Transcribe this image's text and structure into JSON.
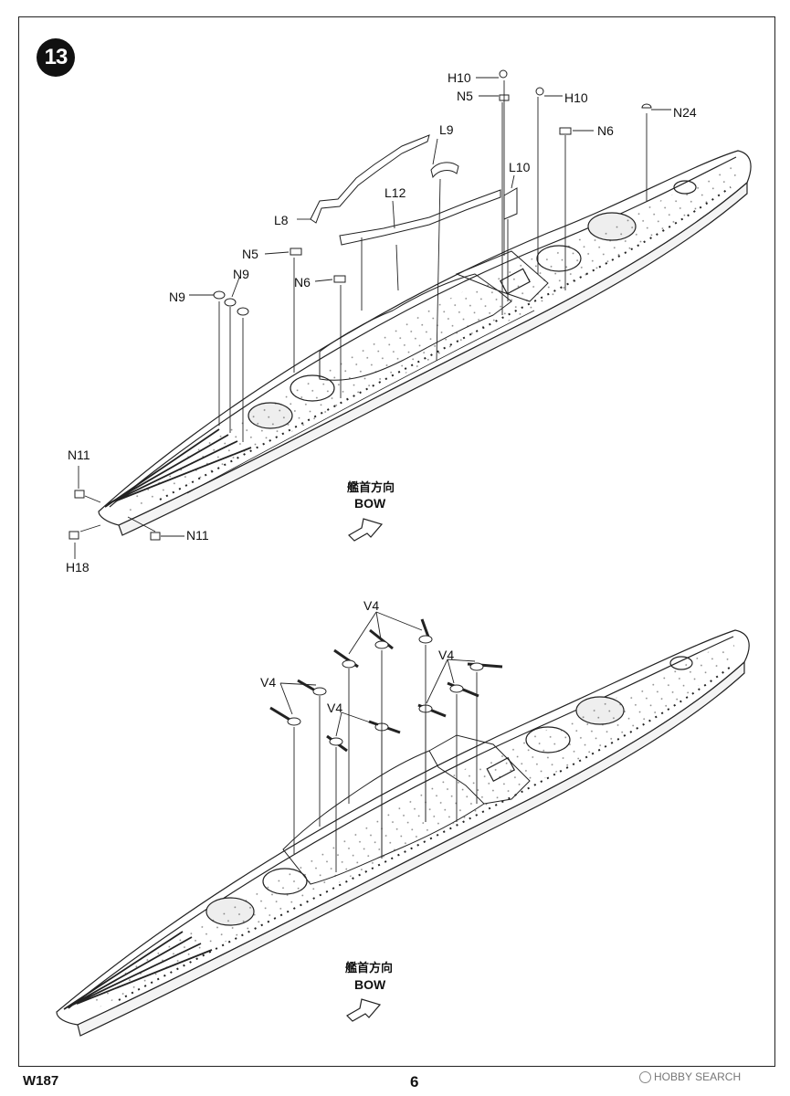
{
  "step": {
    "number": "13"
  },
  "parts": {
    "h10": "H10",
    "n5": "N5",
    "n6": "N6",
    "n24": "N24",
    "l8": "L8",
    "l9": "L9",
    "l10": "L10",
    "l12": "L12",
    "n9": "N9",
    "n11": "N11",
    "h18": "H18",
    "v4": "V4"
  },
  "direction": {
    "cn": "艦首方向",
    "en": "BOW"
  },
  "footer": {
    "code": "W187",
    "page": "6"
  },
  "watermark": {
    "text": "HOBBY SEARCH"
  }
}
